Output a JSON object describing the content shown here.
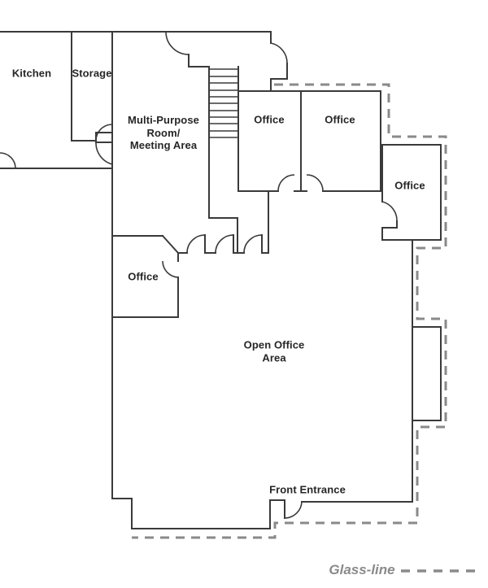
{
  "colors": {
    "wall": "#3a3a3a",
    "glass": "#8a8a8a",
    "label": "#262626"
  },
  "rooms": {
    "kitchen": "Kitchen",
    "storage": "Storage",
    "multi_purpose": [
      "Multi-Purpose",
      "Room/",
      "Meeting Area"
    ],
    "office_top_1": "Office",
    "office_top_2": "Office",
    "office_right": "Office",
    "office_left": "Office",
    "open_office": [
      "Open Office",
      "Area"
    ],
    "front_entrance": "Front Entrance"
  },
  "legend": {
    "glass_line": "Glass-line"
  }
}
